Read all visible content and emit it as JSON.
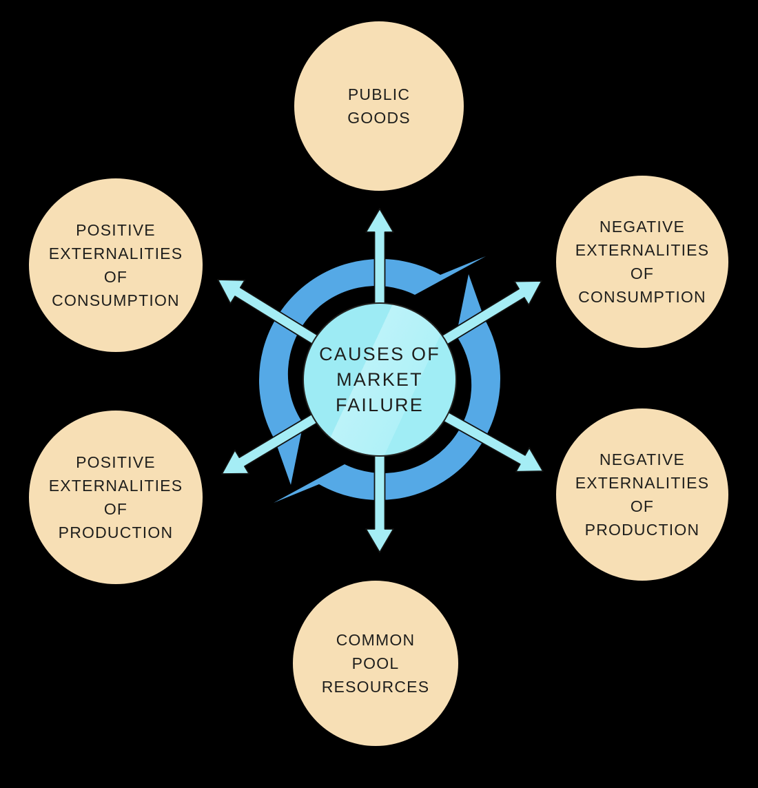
{
  "center": {
    "label": "CAUSES OF\nMARKET\nFAILURE"
  },
  "nodes": {
    "public_goods": {
      "label": "PUBLIC\nGOODS"
    },
    "pos_ext_consumption": {
      "label": "POSITIVE\nEXTERNALITIES\nOF\nCONSUMPTION"
    },
    "neg_ext_consumption": {
      "label": "NEGATIVE\nEXTERNALITIES\nOF\nCONSUMPTION"
    },
    "pos_ext_production": {
      "label": "POSITIVE\nEXTERNALITIES\nOF\nPRODUCTION"
    },
    "neg_ext_production": {
      "label": "NEGATIVE\nEXTERNALITIES\nOF\nPRODUCTION"
    },
    "common_pool": {
      "label": "COMMON\nPOOL\nRESOURCES"
    }
  },
  "colors": {
    "background": "#000000",
    "node_fill": "#F7DFB5",
    "center_fill": "#A0EDF5",
    "center_highlight": "#BCF3F9",
    "arrow_fill": "#A5EDF5",
    "cycle_arrow_fill": "#55A9E6",
    "outline": "#1A1A1A",
    "text": "#1E1E1C"
  }
}
